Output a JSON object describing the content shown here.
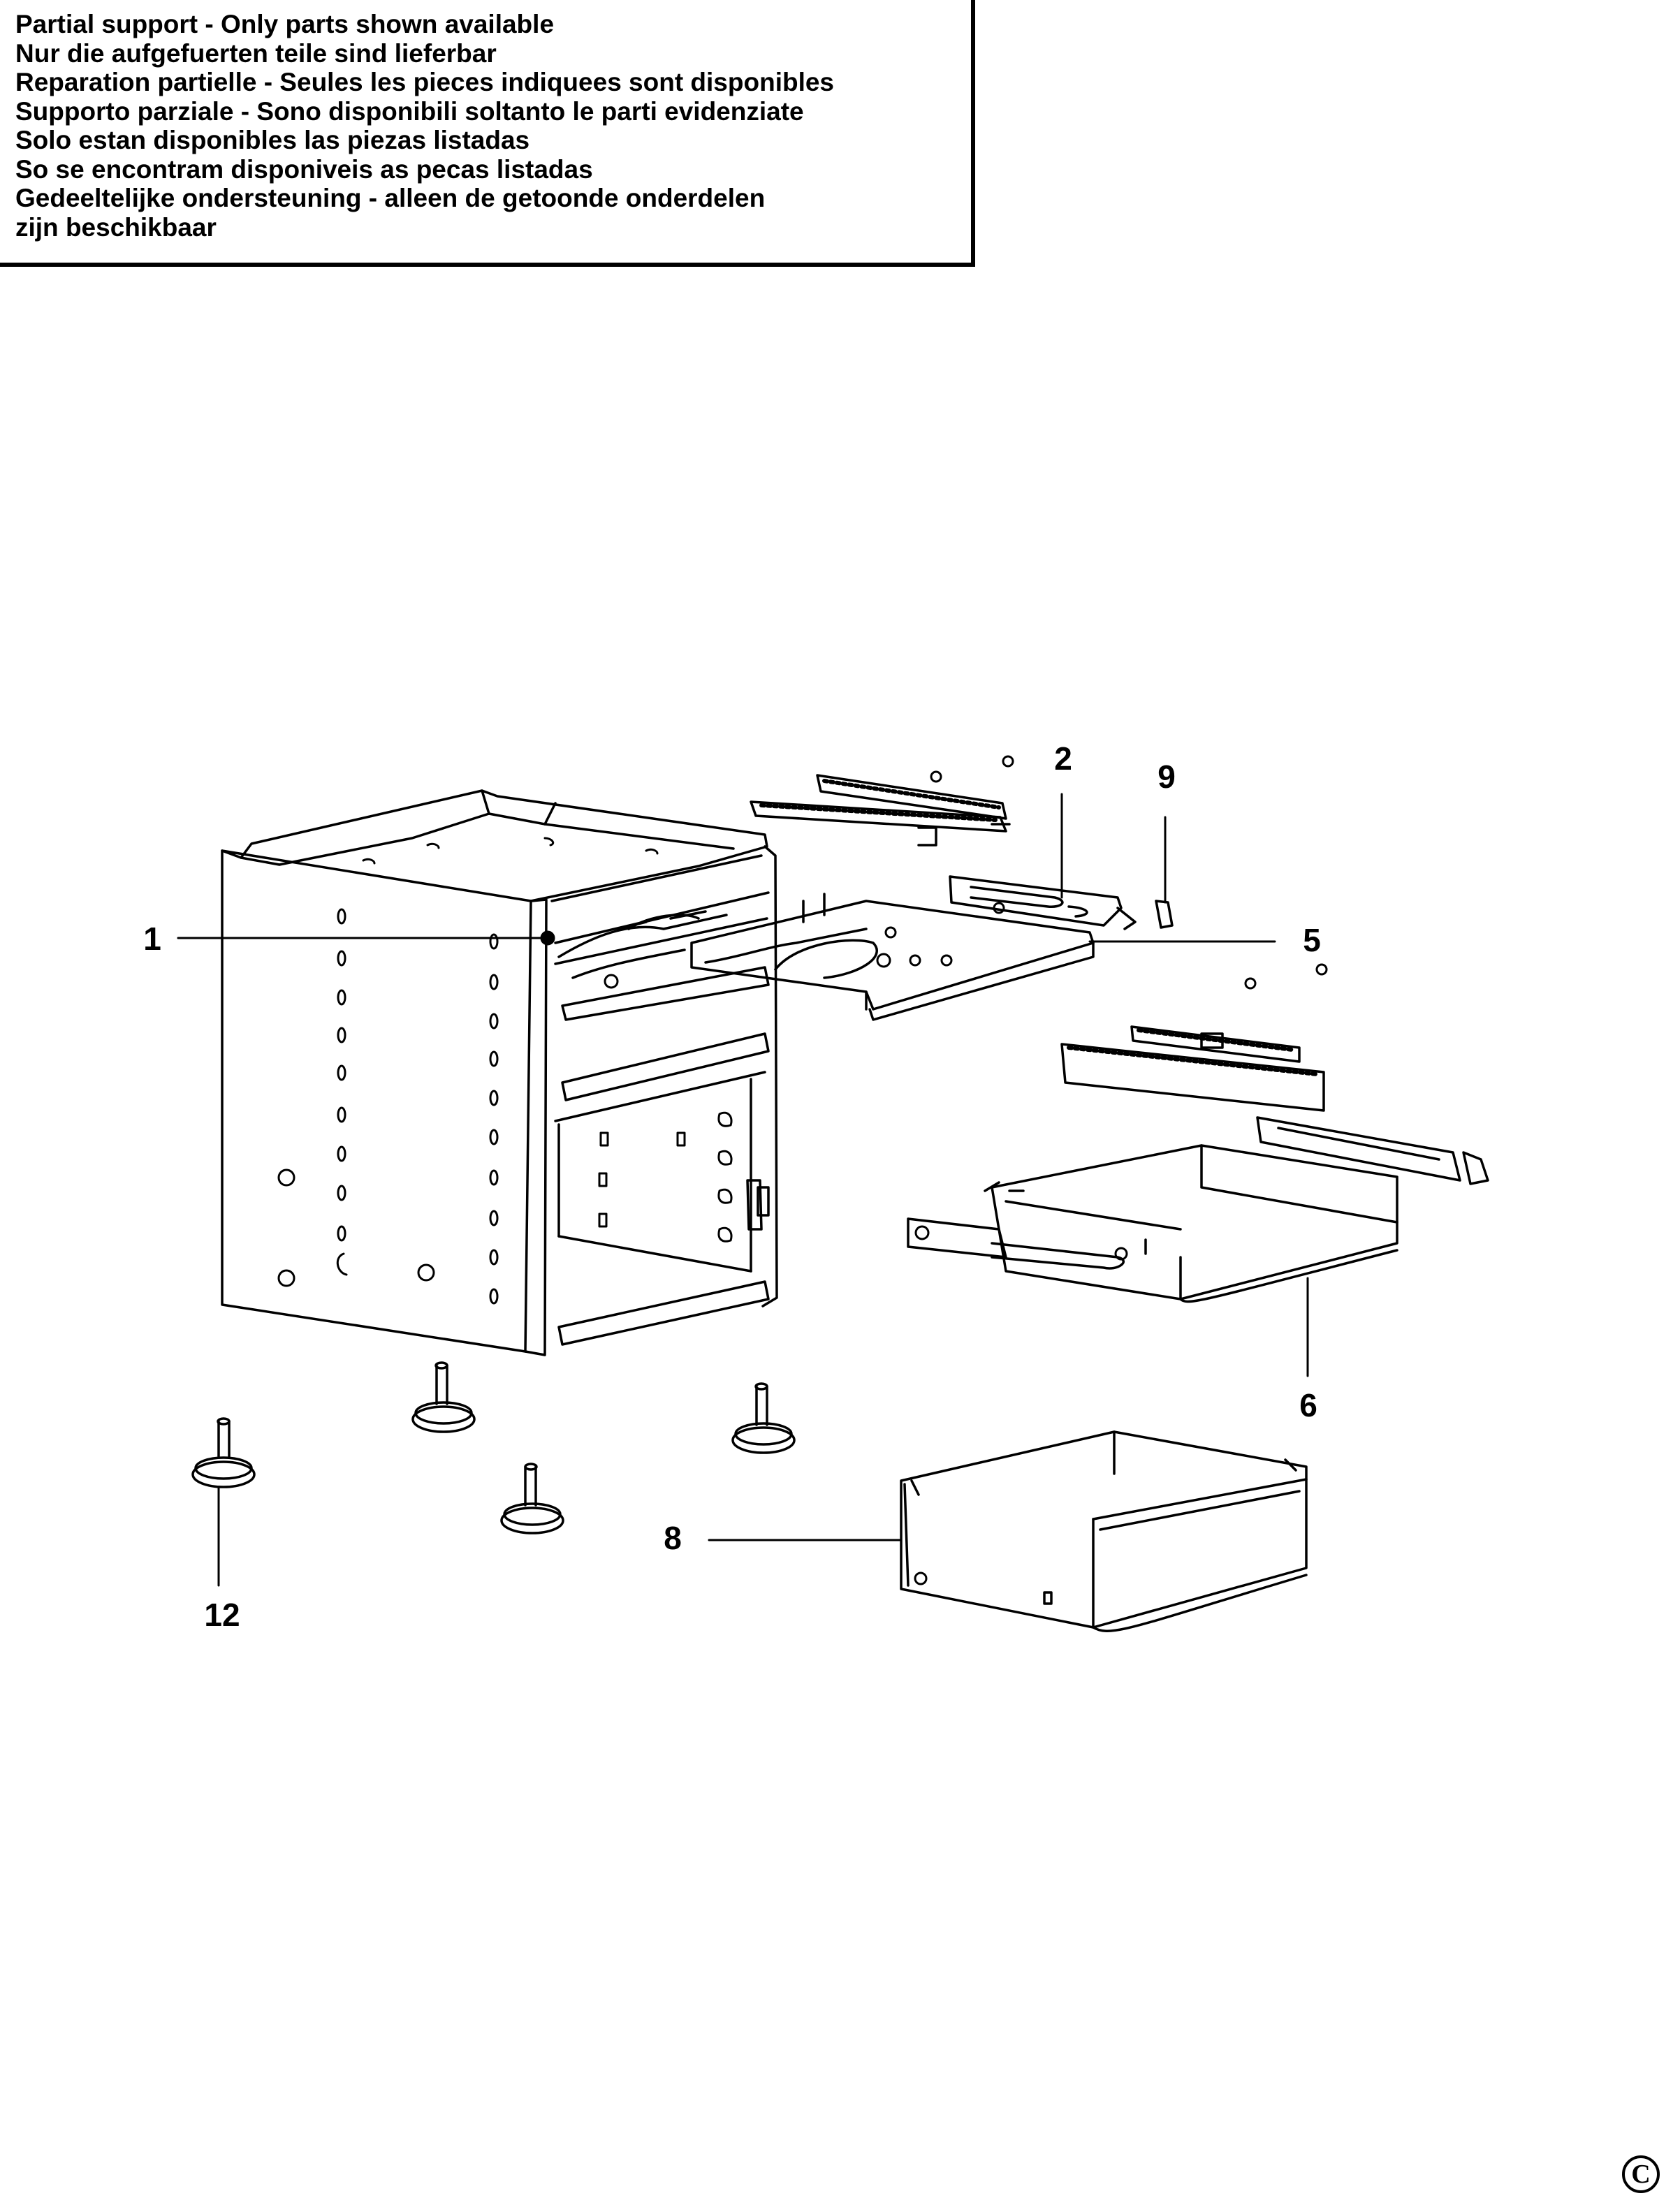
{
  "notice": {
    "lines": [
      "Partial support - Only parts shown available",
      "Nur die aufgefuerten teile sind lieferbar",
      "Reparation partielle - Seules les pieces indiquees sont disponibles",
      "Supporto parziale - Sono disponibili soltanto le parti evidenziate",
      "Solo estan disponibles las piezas listadas",
      "So se encontram disponiveis as pecas listadas",
      "Gedeeltelijke ondersteuning - alleen de getoonde onderdelen",
      "zijn beschikbaar"
    ]
  },
  "callouts": {
    "c1": "1",
    "c2": "2",
    "c5": "5",
    "c6": "6",
    "c8": "8",
    "c9": "9",
    "c12": "12"
  },
  "copyright": "C"
}
